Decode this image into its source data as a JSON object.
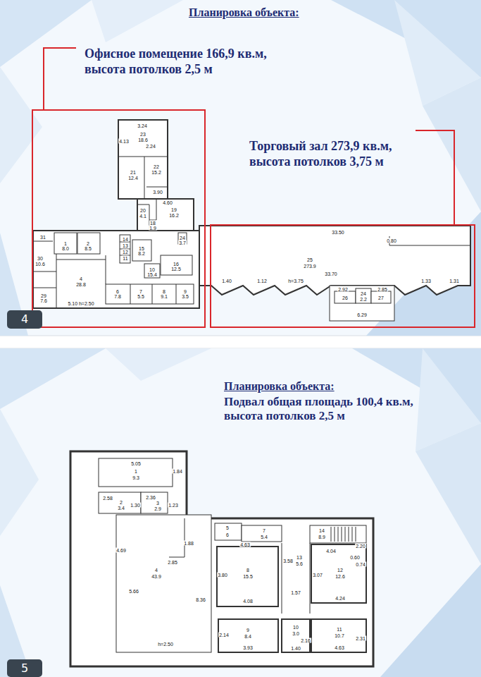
{
  "diagram": {
    "nodes": [
      {
        "text": [
          "Планировка объекта:"
        ]
      },
      {
        "text": [
          "Офисное помещение 166,9 кв.м, высота потолков 2,5 м"
        ],
        "in": 0
      },
      {
        "text": [
          "Торговый зал 273,9 кв.м, высота потолков 3,75 м"
        ],
        "in": 0
      },
      {
        "text": [
          "4"
        ],
        "in": 0
      },
      {
        "text": [
          "Планировка объекта:",
          "Подвал общая площадь 100,4 кв.м, высота потолков 2,5 м"
        ]
      },
      {
        "text": [
          "5"
        ],
        "in": 4
      }
    ],
    "labels": [
      "3.24",
      "23",
      "18.6",
      "4.13",
      "2.24",
      "21",
      "12.4",
      "22",
      "15.2",
      "3.90",
      "4.60",
      "19",
      "16.2",
      "20",
      "4.1",
      "18",
      "1.9",
      "24",
      "3.7",
      "31",
      "1",
      "8.0",
      "2",
      "8.5",
      "30",
      "10.6",
      "14",
      "13",
      "12",
      "11",
      "15",
      "8.2",
      "16",
      "12.5",
      "10",
      "15.4",
      "4",
      "28.8",
      "29",
      "7.6",
      "6",
      "7.8",
      "7",
      "5.5",
      "8",
      "9.1",
      "9",
      "3.5",
      "5.10 h=2.50",
      "33.50",
      "25",
      "273.9",
      "0.80",
      "33.70",
      "h=3.75",
      "1.40",
      "1.12",
      "1.33",
      "1.31",
      "2.92",
      "2.85",
      "26",
      "24",
      "2.2",
      "27",
      "6.29",
      "5.05",
      "1",
      "9.3",
      "1.84",
      "2.58",
      "2",
      "3.4",
      "1.30",
      "2.36",
      "3",
      "2.9",
      "1.23",
      "1.88",
      "4.69",
      "2.85",
      "4",
      "43.9",
      "5.66",
      "8.36",
      "h=2.50",
      "5",
      "6",
      "7",
      "5.4",
      "4.63",
      "14",
      "8.9",
      "2.20",
      "4.04",
      "3.80",
      "8",
      "15.5",
      "4.08",
      "3.58",
      "13",
      "5.6",
      "1.57",
      "0.60",
      "0.74",
      "3.07",
      "12",
      "12.6",
      "4.24",
      "2.14",
      "9",
      "8.4",
      "3.93",
      "10",
      "3.0",
      "2.16",
      "1.40",
      "11",
      "10.7",
      "2.31",
      "4.63"
    ]
  }
}
